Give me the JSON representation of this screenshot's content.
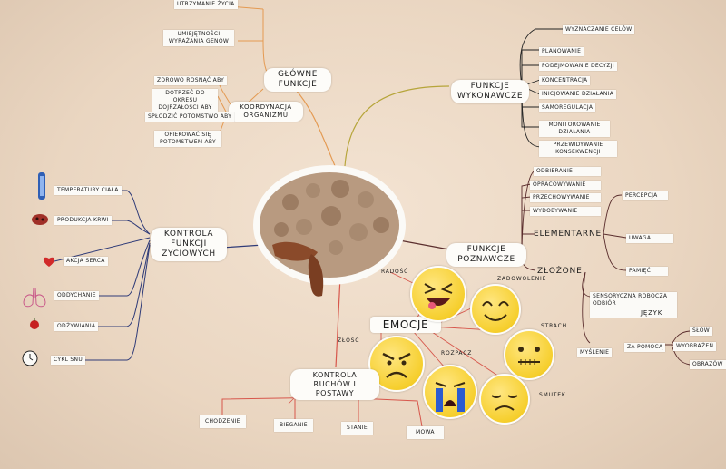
{
  "main_functions": {
    "title": "GŁÓWNE FUNKCJE",
    "maintenance": "UTRZYMANIE ŻYCIA",
    "emotions_under": "UMIEJĘTNOŚCI WYRAŻANIA GENÓW",
    "coordination": "KOORDYNACJA ORGANIZMU",
    "coord_items": [
      "ZDROWO ROSNĄĆ ABY",
      "DOTRZEĆ DO OKRESU DOJRZAŁOŚCI ABY",
      "SPŁODZIĆ POTOMSTWO ABY",
      "OPIEKOWAĆ SIĘ POTOMSTWEM ABY"
    ]
  },
  "executive": {
    "title": "FUNKCJE WYKONAWCZE",
    "items": [
      "WYZNACZANIE CELÓW",
      "PLANOWANIE",
      "PODEJMOWANIE DECYZJI",
      "KONCENTRACJA",
      "INICJOWANIE DZIAŁANIA",
      "SAMOREGULACJA",
      "MONITOROWANIE DZIAŁANIA",
      "PRZEWIDYWANIE KONSEKWENCJI"
    ]
  },
  "control": {
    "title": "KONTROLA FUNKCJI ŻYCIOWYCH",
    "items": [
      "TEMPERATURY CIAŁA",
      "PRODUKCJA KRWI",
      "AKCJA SERCA",
      "ODDYCHANIE",
      "ODŻYWIANIA",
      "CYKL SNU"
    ]
  },
  "cognitive": {
    "title": "FUNKCJE POZNAWCZE",
    "top_items": [
      "ODBIERANIE",
      "OPRACOWYWANIE",
      "PRZECHOWYWANIE",
      "WYDOBYWANIE"
    ],
    "elementary": "ELEMENTARNE",
    "elementary_items": [
      "PERCEPCJA",
      "UWAGA",
      "PAMIĘĆ"
    ],
    "complex": "ZŁOŻONE",
    "sensory": "SENSORYCZNA ROBOCZA ODBIÓR",
    "language": "JĘZYK",
    "thinking": "MYŚLENIE",
    "through": "ZA POMOCĄ",
    "through_items": [
      "SŁÓW",
      "WYOBRAŻEŃ",
      "OBRAZÓW"
    ]
  },
  "emotions": {
    "title": "EMOCJE",
    "items": [
      "RADOŚĆ",
      "ZADOWOLENIE",
      "STRACH",
      "SMUTEK",
      "ROZPACZ",
      "ZŁOŚĆ"
    ]
  },
  "movement": {
    "title": "KONTROLA RUCHÓW I POSTAWY",
    "items": [
      "CHODZENIE",
      "BIEGANIE",
      "STANIE",
      "MOWA"
    ]
  },
  "colors": {
    "paper": "#ecdac6",
    "branch_orange": "#e49a52",
    "branch_olive": "#b6a53a",
    "branch_navy": "#2f3b78",
    "branch_dark": "#5a2d2d",
    "branch_red": "#d7574c"
  }
}
